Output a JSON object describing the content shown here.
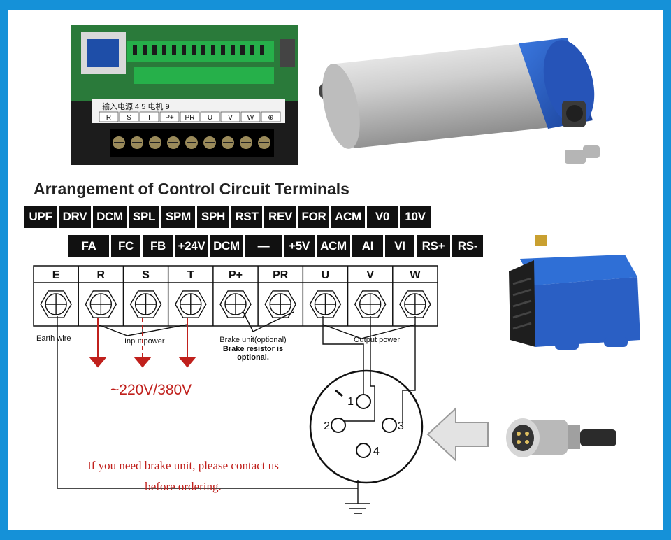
{
  "title": "Arrangement of Control Circuit Terminals",
  "control_terminals_row1": [
    "UPF",
    "DRV",
    "DCM",
    "SPL",
    "SPM",
    "SPH",
    "RST",
    "REV",
    "FOR",
    "ACM",
    "V0",
    "10V"
  ],
  "control_terminals_row2": [
    "FA",
    "FC",
    "FB",
    "+24V",
    "DCM",
    "—",
    "+5V",
    "ACM",
    "AI",
    "VI",
    "RS+",
    "RS-"
  ],
  "power_terminals": [
    "E",
    "R",
    "S",
    "T",
    "P+",
    "PR",
    "U",
    "V",
    "W"
  ],
  "labels": {
    "earth_wire": "Earth wire",
    "input_power": "Input power",
    "brake_unit": "Brake unit(optional)",
    "brake_resistor": "Brake resistor is optional.",
    "output_power": "Output power",
    "voltage": "~220V/380V"
  },
  "notice": {
    "line1": "If you need brake unit, please contact us",
    "line2": "before ordering."
  },
  "connector_pins": [
    "1",
    "2",
    "3",
    "4"
  ],
  "photo_terminal_strip": {
    "header": "输入电源 4 5 电机 9",
    "cells": [
      "R",
      "S",
      "T",
      "P+",
      "PR",
      "U",
      "V",
      "W",
      "⊕"
    ]
  },
  "colors": {
    "frame": "#1591d8",
    "warning_red": "#c0201c",
    "terminal_black": "#111111",
    "spindle_blue": "#2a5fc4",
    "pcb_green": "#1e8a3a"
  }
}
